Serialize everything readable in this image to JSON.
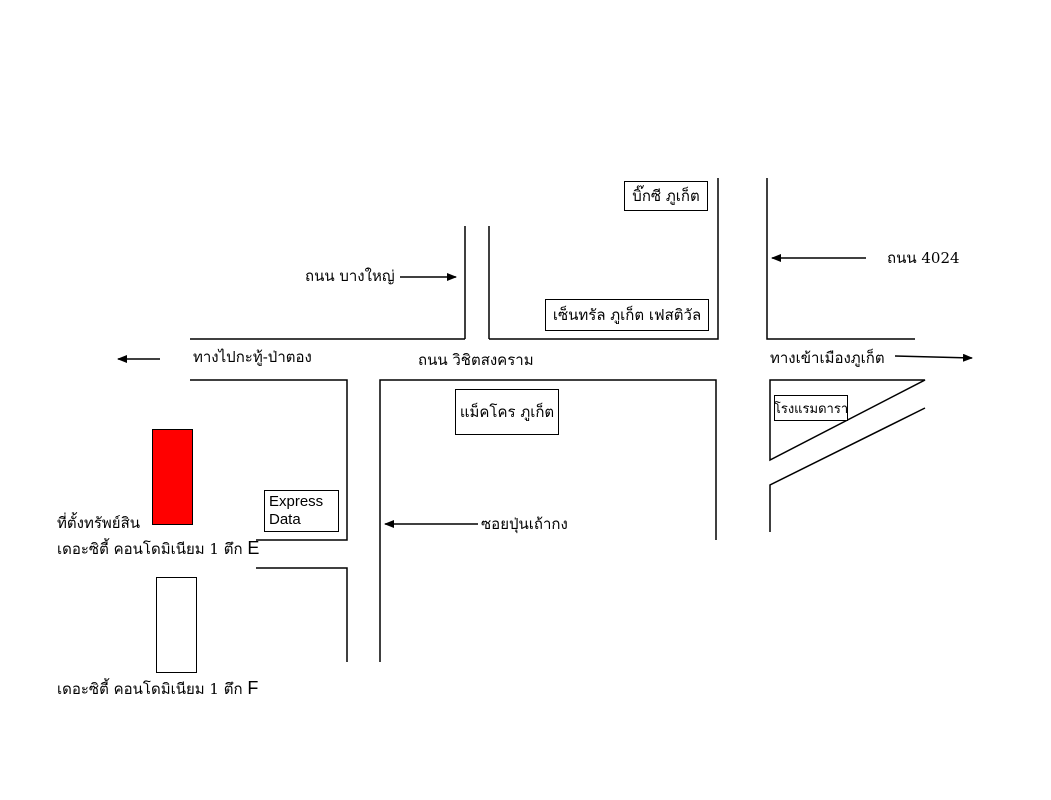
{
  "roads": {
    "bang_yai": "ถนน บางใหญ่",
    "road_4024": "ถนน 4024",
    "to_kathu_patong": "ทางไปกะทู้-ป่าตอง",
    "wichit_songkhram": "ถนน วิชิตสงคราม",
    "to_phuket_town": "ทางเข้าเมืองภูเก็ต",
    "soi_pun_tao_kong": "ซอยปุ่นเถ้ากง"
  },
  "landmarks": {
    "big_c": "บิ๊กซี ภูเก็ต",
    "central_festival": "เซ็นทรัล ภูเก็ต เฟสติวัล",
    "makro": "แม็คโคร ภูเก็ต",
    "dara_hotel": "โรงแรมดารา",
    "express_data_line1": "Express",
    "express_data_line2": "Data"
  },
  "property": {
    "location_label": "ที่ตั้งทรัพย์สิน",
    "building_e_label": "เดอะซิตี้ คอนโดมิเนียม 1 ตึก",
    "building_e_letter": "E",
    "building_f_label": "เดอะซิตี้ คอนโดมิเนียม 1 ตึก",
    "building_f_letter": "F",
    "highlight_color": "#ff0000"
  },
  "colors": {
    "line": "#000000",
    "background": "#ffffff"
  }
}
